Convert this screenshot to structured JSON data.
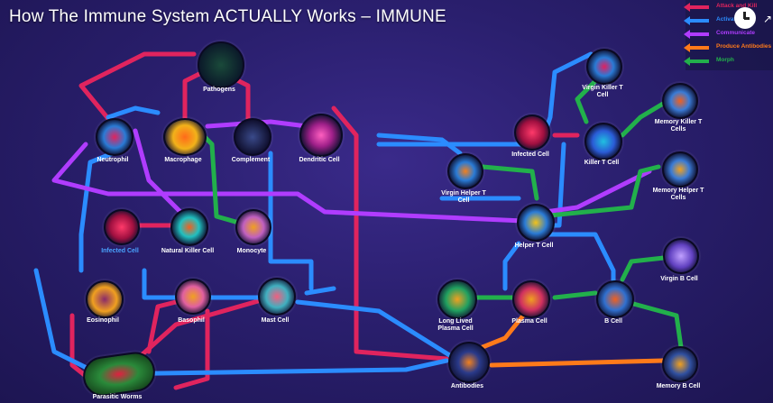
{
  "video": {
    "title": "How The Immune System ACTUALLY Works – IMMUNE"
  },
  "legend": [
    {
      "label": "Attack and Kill",
      "color": "#e0245e",
      "icon": "arrow-left-icon"
    },
    {
      "label": "Activate",
      "color": "#2b8cff",
      "icon": "arrow-left-icon"
    },
    {
      "label": "Communicate",
      "color": "#b03cff",
      "icon": "arrow-left-icon"
    },
    {
      "label": "Produce Antibodies",
      "color": "#ff7a1a",
      "icon": "arrow-left-icon"
    },
    {
      "label": "Morph",
      "color": "#22b04b",
      "icon": "arrow-left-icon"
    }
  ],
  "controls": {
    "watch_later_icon": "clock-icon",
    "share_icon": "chevron-icon"
  },
  "nodes": [
    {
      "id": "pathogens",
      "label": "Pathogens",
      "color": "#1e8a4a"
    },
    {
      "id": "neutrophil",
      "label": "Neutrophil",
      "color": "#2a7bd6"
    },
    {
      "id": "macrophage",
      "label": "Macrophage",
      "color": "#f2a21a"
    },
    {
      "id": "complement",
      "label": "Complement",
      "color": "#1a2a5a"
    },
    {
      "id": "dendritic",
      "label": "Dendritic Cell",
      "color": "#e040a0"
    },
    {
      "id": "virgin-helper",
      "label": "Virgin Helper T Cell",
      "color": "#2a7bd6"
    },
    {
      "id": "infected-cell-right",
      "label": "Infected Cell",
      "color": "#d02050"
    },
    {
      "id": "virgin-killer",
      "label": "Virgin Killer T Cell",
      "color": "#2a7bd6"
    },
    {
      "id": "killer-t",
      "label": "Killer T Cell",
      "color": "#2a7bd6"
    },
    {
      "id": "memory-killer",
      "label": "Memory Killer T Cells",
      "color": "#3a7bd6"
    },
    {
      "id": "memory-helper",
      "label": "Memory Helper T Cells",
      "color": "#3a7bd6"
    },
    {
      "id": "helper-t",
      "label": "Helper T Cell",
      "color": "#f2b21a"
    },
    {
      "id": "infected-cell-left",
      "label": "Infected Cell",
      "color": "#d02050"
    },
    {
      "id": "natural-killer",
      "label": "Natural Killer Cell",
      "color": "#20c0c0"
    },
    {
      "id": "monocyte",
      "label": "Monocyte",
      "color": "#c060c0"
    },
    {
      "id": "virgin-b",
      "label": "Virgin B Cell",
      "color": "#8060d0"
    },
    {
      "id": "eosinophil",
      "label": "Eosinophil",
      "color": "#f0a020"
    },
    {
      "id": "basophil",
      "label": "Basophil",
      "color": "#e060a0"
    },
    {
      "id": "mast",
      "label": "Mast Cell",
      "color": "#40b0c0"
    },
    {
      "id": "long-lived-plasma",
      "label": "Long Lived Plasma Cell",
      "color": "#20a060"
    },
    {
      "id": "plasma",
      "label": "Plasma Cell",
      "color": "#d03060"
    },
    {
      "id": "b-cell",
      "label": "B Cell",
      "color": "#3070d0"
    },
    {
      "id": "antibodies",
      "label": "Antibodies",
      "color": "#2a3a8a"
    },
    {
      "id": "memory-b",
      "label": "Memory B Cell",
      "color": "#f0a020"
    },
    {
      "id": "parasitic-worms",
      "label": "Parasitic Worms",
      "color": "#2a8a3a"
    }
  ]
}
